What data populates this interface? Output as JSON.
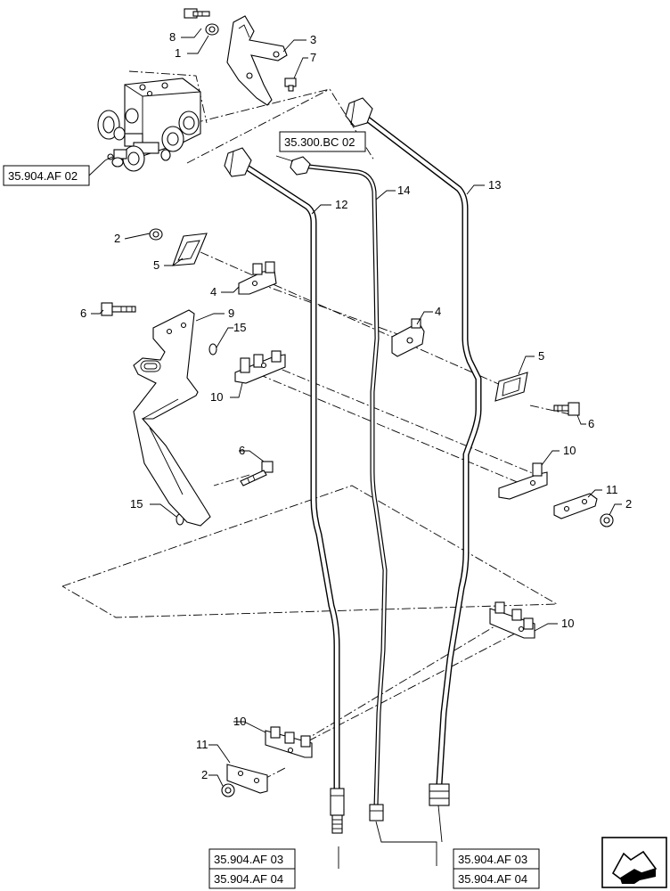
{
  "callouts": {
    "c1": "1",
    "c2a": "2",
    "c2b": "2",
    "c2c": "2",
    "c3": "3",
    "c4a": "4",
    "c4b": "4",
    "c5a": "5",
    "c5b": "5",
    "c6a": "6",
    "c6b": "6",
    "c6c": "6",
    "c7": "7",
    "c8": "8",
    "c9": "9",
    "c10a": "10",
    "c10b": "10",
    "c10c": "10",
    "c10d": "10",
    "c11a": "11",
    "c11b": "11",
    "c12": "12",
    "c13": "13",
    "c14": "14",
    "c15a": "15",
    "c15b": "15"
  },
  "references": {
    "valve_ref": "35.904.AF 02",
    "tube14_ref": "35.300.BC 02",
    "bottom_left_top": "35.904.AF 03",
    "bottom_left_bottom": "35.904.AF 04",
    "bottom_right_top": "35.904.AF 03",
    "bottom_right_bottom": "35.904.AF 04"
  },
  "nav_icon": "next-page-arrow-icon"
}
